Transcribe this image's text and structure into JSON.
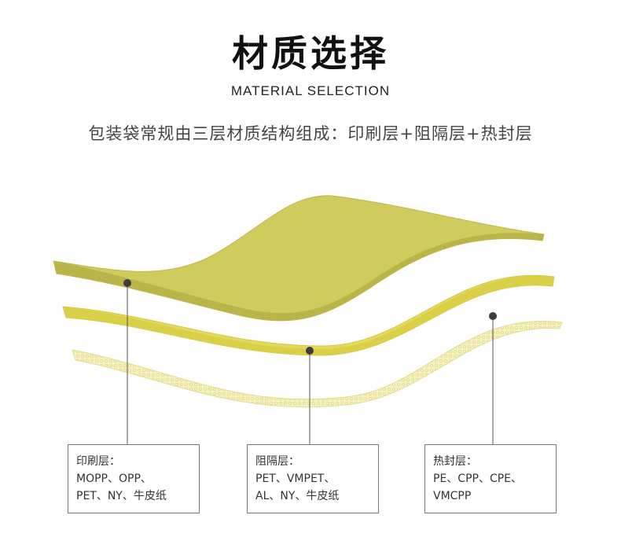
{
  "header": {
    "title": "材质选择",
    "subtitle": "MATERIAL SELECTION",
    "description": "包装袋常规由三层材质结构组成：印刷层+阻隔层+热封层"
  },
  "layers": [
    {
      "heading": "印刷层：",
      "lines": [
        "MOPP、OPP、",
        "PET、NY、牛皮纸"
      ]
    },
    {
      "heading": "阻隔层：",
      "lines": [
        "PET、VMPET、",
        "AL、NY、牛皮纸"
      ]
    },
    {
      "heading": "热封层：",
      "lines": [
        "PE、CPP、CPE、",
        "VMCPP"
      ]
    }
  ],
  "colors": {
    "print_layer": "#c9c75a",
    "print_layer_edge": "#b5b247",
    "barrier_layer": "#e6dc5c",
    "barrier_layer_edge": "#d6cb45",
    "seal_layer": "#f3efb4",
    "leader_line": "#555555"
  }
}
